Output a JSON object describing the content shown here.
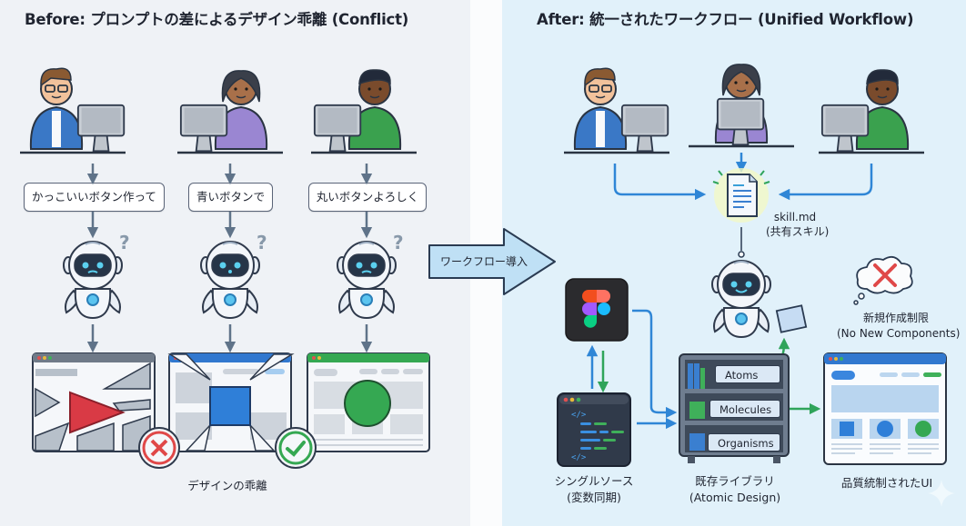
{
  "before": {
    "title": "Before: プロンプトの差によるデザイン乖離 (Conflict)",
    "prompts": [
      "かっこいいボタン作って",
      "青いボタンで",
      "丸いボタンよろしく"
    ],
    "people": [
      "developer-glasses-blue-shirt",
      "developer-purple-top",
      "developer-green-shirt"
    ],
    "robot_state": "confused",
    "results": [
      {
        "shape": "red-triangle",
        "status": "broken"
      },
      {
        "shape": "blue-square",
        "status": "broken"
      },
      {
        "shape": "green-circle",
        "status": "ok"
      }
    ],
    "status_icons": [
      "x-circle-icon",
      "check-circle-icon"
    ],
    "caption": "デザインの乖離"
  },
  "transition": {
    "label": "ワークフロー導入"
  },
  "after": {
    "title": "After: 統一されたワークフロー (Unified Workflow)",
    "skill_file": {
      "name": "skill.md",
      "subtitle": "(共有スキル)"
    },
    "restriction": {
      "label": "新規作成制限",
      "subtitle": "(No New Components)"
    },
    "source": {
      "label": "シングルソース",
      "subtitle": "(変数同期)"
    },
    "library": {
      "label": "既存ライブラリ",
      "subtitle": "(Atomic Design)",
      "shelves": [
        "Atoms",
        "Molecules",
        "Organisms"
      ]
    },
    "output": {
      "label": "品質統制されたUI"
    },
    "robot_state": "happy"
  },
  "colors": {
    "left_bg": "#eff2f6",
    "right_bg": "#e1f1fa",
    "flow_blue": "#2f86d6",
    "flow_green": "#2fa45a",
    "error_red": "#e04848",
    "ok_green": "#35a852",
    "arrow_gray": "#5f7389"
  }
}
